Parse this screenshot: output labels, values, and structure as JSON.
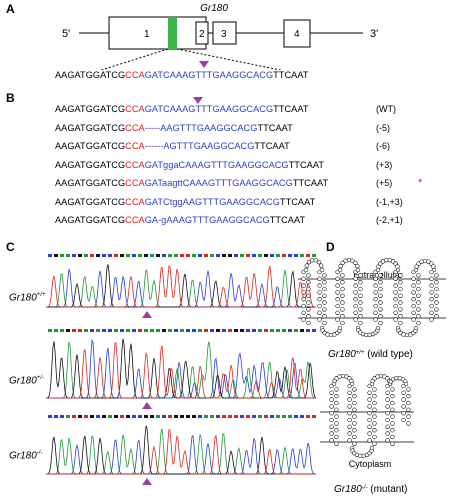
{
  "panels": {
    "A": "A",
    "B": "B",
    "C": "C",
    "D": "D"
  },
  "panel_a": {
    "gene_label": "Gr180",
    "five_prime": "5'",
    "three_prime": "3'",
    "exon_labels": [
      "1",
      "2",
      "3",
      "4"
    ],
    "sequence": {
      "black1": "AAGATGGATCG",
      "red": "CCA",
      "blue": "GATCAAAGTTTGAAGGCACG",
      "black2": "TTCAAT"
    },
    "highlight_color": "#3cb54a",
    "arrow_color": "#9b3fa6"
  },
  "panel_b": {
    "rows": [
      {
        "black1": "AAGATGGATCG",
        "red": "CCA",
        "blue": "GATCAAAGTTTGAAGGCACG",
        "black2": "TTCAAT",
        "tag": "(WT)"
      },
      {
        "black1": "AAGATGGATCG",
        "red": "CCA",
        "blue": "-----AAGTTTGAAGGCACG",
        "black2": "TTCAAT",
        "tag": "(-5)"
      },
      {
        "black1": "AAGATGGATCG",
        "red": "CCA",
        "blue": "------AGTTTGAAGGCACG",
        "black2": "TTCAAT",
        "tag": "(-6)"
      },
      {
        "black1": "AAGATGGATCG",
        "red": "CCA",
        "blue": "GATggaCAAAGTTTGAAGGCACG",
        "black2": "TTCAAT",
        "tag": "(+3)"
      },
      {
        "black1": "AAGATGGATCG",
        "red": "CCA",
        "blue": "GATaagttCAAAGTTTGAAGGCACG",
        "black2": "TTCAAT",
        "tag": "(+5)"
      },
      {
        "black1": "AAGATGGATCG",
        "red": "CCA",
        "blue": "GATCtggAAGTTTGAAGGCACG",
        "black2": "TTCAAT",
        "tag": "(-1,+3)"
      },
      {
        "black1": "AAGATGGATCG",
        "red": "CCA",
        "blue": "GA-gAAAGTTTGAAGGCACG",
        "black2": "TTCAAT",
        "tag": "(-2,+1)"
      }
    ],
    "star": "*"
  },
  "panel_c": {
    "genotypes": [
      {
        "base": "Gr180",
        "sup": "+/+"
      },
      {
        "base": "Gr180",
        "sup": "+/-"
      },
      {
        "base": "Gr180",
        "sup": "-/-"
      }
    ],
    "trace_colors": {
      "A": "#1f9a3a",
      "C": "#2b3fd6",
      "G": "#111111",
      "T": "#e0261c"
    }
  },
  "panel_d": {
    "extracellular": "Extracellular",
    "cytoplasm": "Cytoplasm",
    "wt_label": {
      "base": "Gr180",
      "sup": "+/+",
      "suffix": " (wild type)"
    },
    "mut_label": {
      "base": "Gr180",
      "sup": "-/-",
      "suffix": " (mutant)"
    }
  }
}
